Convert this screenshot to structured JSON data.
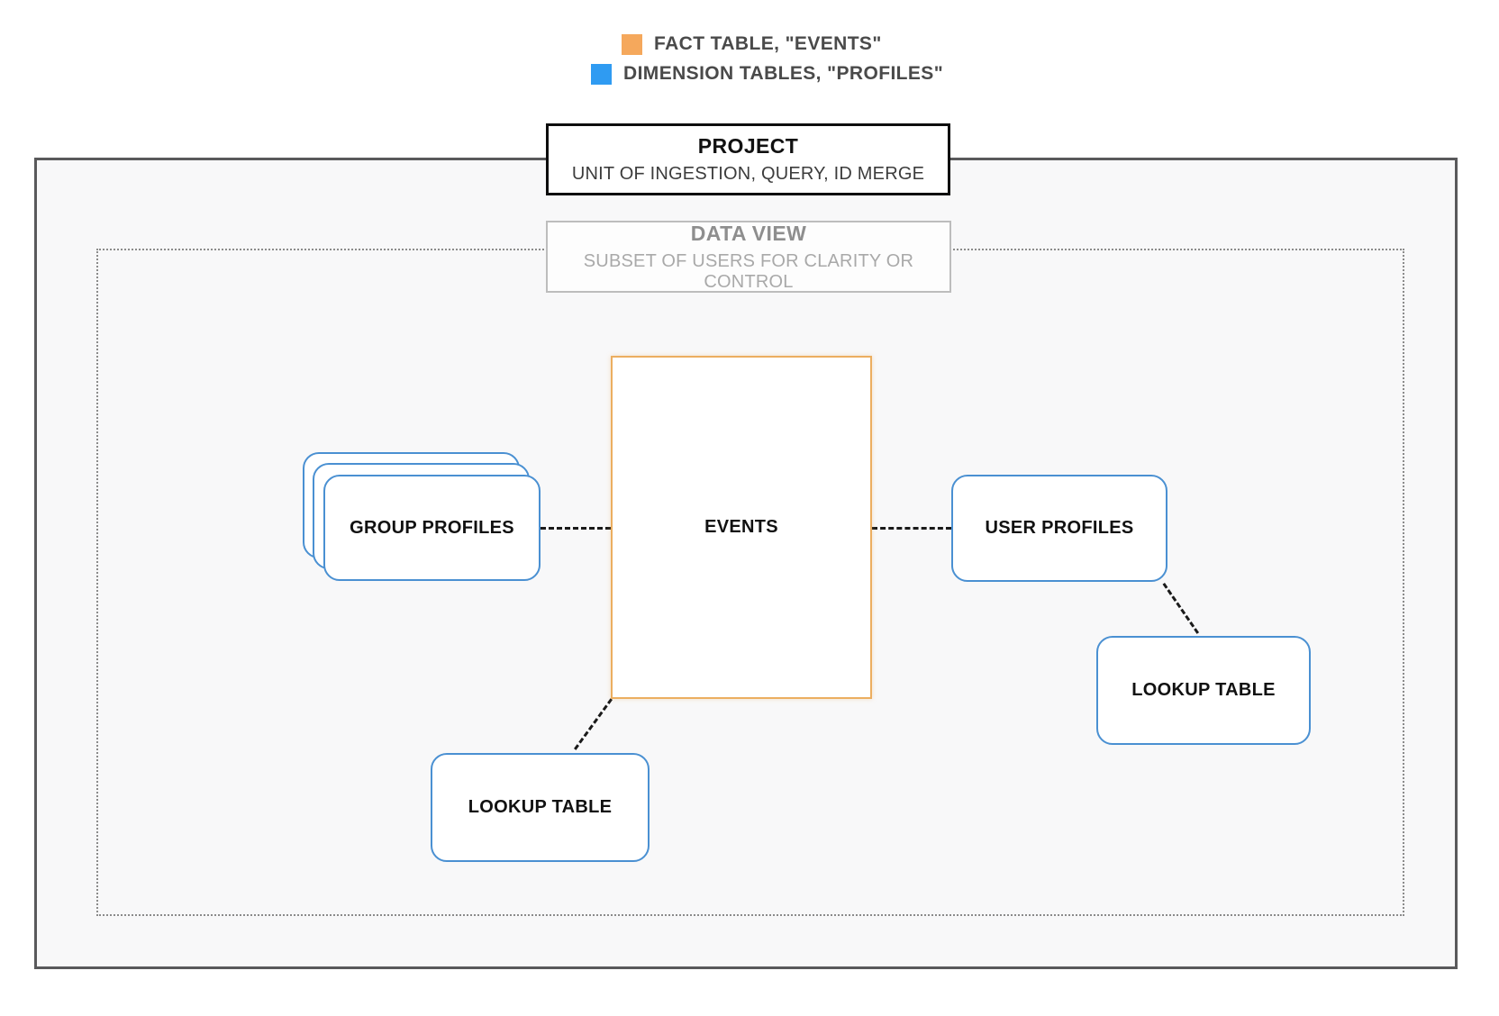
{
  "legend": {
    "items": [
      {
        "id": "fact-table",
        "label": "FACT TABLE, \"EVENTS\"",
        "color": "#f5a85c"
      },
      {
        "id": "dimension-tables",
        "label": "DIMENSION TABLES, \"PROFILES\"",
        "color": "#2f9bf2"
      }
    ]
  },
  "project": {
    "title": "PROJECT",
    "subtitle": "UNIT OF INGESTION, QUERY, ID MERGE"
  },
  "data_view": {
    "title": "DATA VIEW",
    "subtitle": "SUBSET OF USERS FOR CLARITY OR CONTROL"
  },
  "nodes": {
    "events": {
      "label": "EVENTS",
      "type": "fact-table",
      "border_color": "#ecae60"
    },
    "group_profiles": {
      "label": "GROUP PROFILES",
      "type": "dimension-table",
      "stacked": true,
      "border_color": "#4a90d2"
    },
    "user_profiles": {
      "label": "USER PROFILES",
      "type": "dimension-table",
      "border_color": "#4a90d2"
    },
    "lookup_table_right": {
      "label": "LOOKUP TABLE",
      "type": "dimension-table",
      "border_color": "#4a90d2"
    },
    "lookup_table_bottom": {
      "label": "LOOKUP TABLE",
      "type": "dimension-table",
      "border_color": "#4a90d2"
    }
  },
  "connections": [
    {
      "from": "group_profiles",
      "to": "events",
      "style": "dashed"
    },
    {
      "from": "events",
      "to": "user_profiles",
      "style": "dashed"
    },
    {
      "from": "events",
      "to": "lookup_table_bottom",
      "style": "dashed"
    },
    {
      "from": "user_profiles",
      "to": "lookup_table_right",
      "style": "dashed"
    }
  ],
  "colors": {
    "outer_border": "#59595b",
    "outer_background": "#f8f8f9",
    "dotted_border": "#8b8b8b",
    "project_border": "#0d0d0d",
    "dataview_border": "#bdbdbd",
    "connector": "#1a1a1a"
  }
}
